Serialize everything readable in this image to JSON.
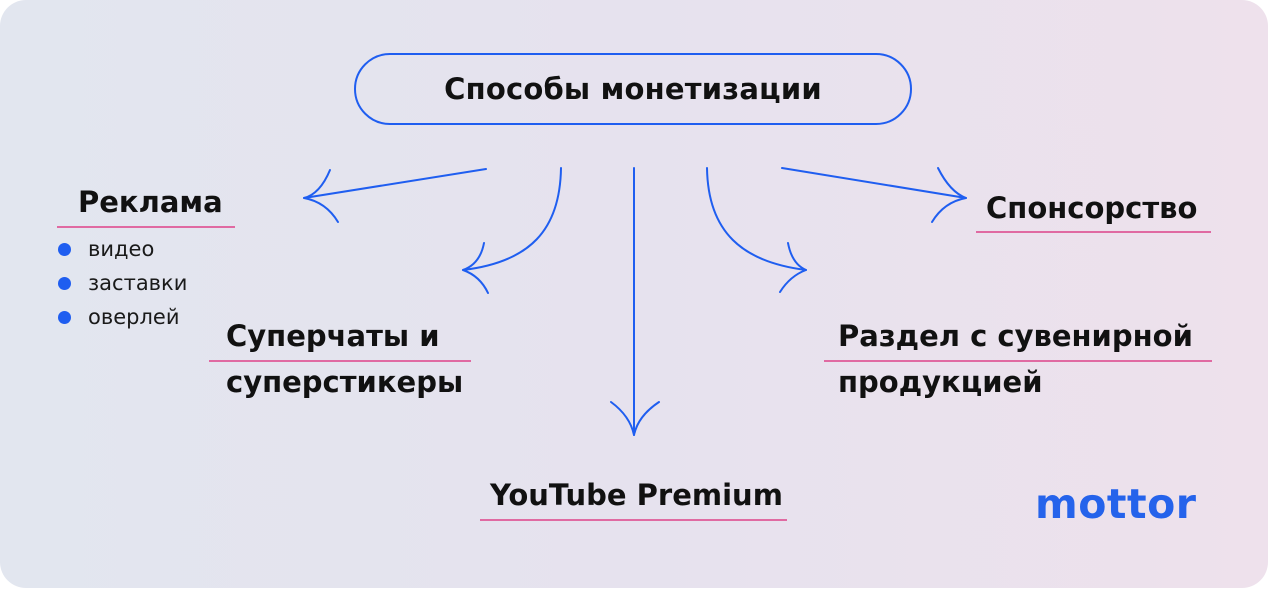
{
  "title": "Способы монетизации",
  "nodes": {
    "ads": {
      "label": "Реклама",
      "items": [
        "видео",
        "заставки",
        "оверлей"
      ]
    },
    "sponsorship": "Спонсорство",
    "superchats": {
      "line1": "Суперчаты и",
      "line2": "суперстикеры"
    },
    "merch": {
      "line1": "Раздел с сувенирной",
      "line2": "продукцией"
    },
    "premium": "YouTube Premium"
  },
  "logo": "mottor",
  "colors": {
    "accent": "#1f5ef0",
    "underline": "#e06aa2",
    "logo": "#2563eb"
  }
}
